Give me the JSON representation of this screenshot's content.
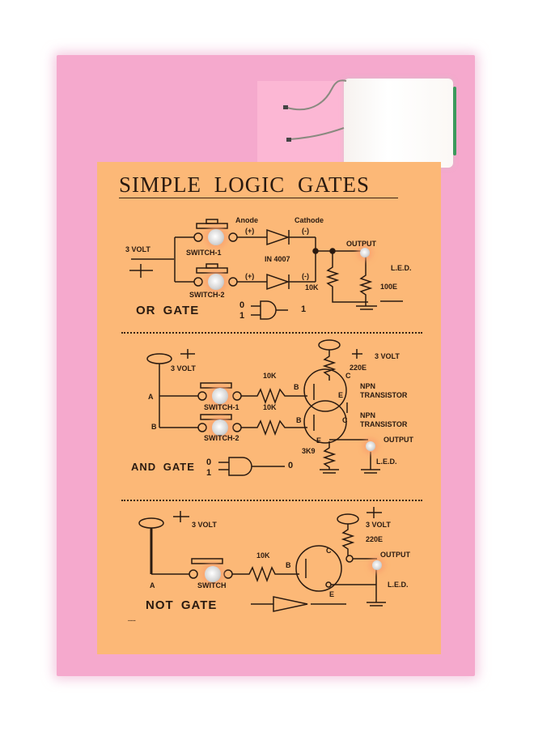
{
  "scene": {
    "description": "Photo of an educational logic-gate circuit board: orange printed sheet mounted on pink board with battery holder",
    "colors": {
      "board": "#f5a9cd",
      "sheet": "#fcb877",
      "ink": "#2a1a10",
      "wire_green": "#3c9a5c",
      "background": "#ffffff"
    }
  },
  "sheet": {
    "title": "SIMPLE  LOGIC  GATES",
    "or_section": {
      "supply": "3 VOLT",
      "anode": "Anode",
      "cathode": "Cathode",
      "plus1": "(+)",
      "minus1": "(-)",
      "plus2": "(+)",
      "minus2": "(-)",
      "switch1": "SWITCH-1",
      "switch2": "SWITCH-2",
      "diode": "IN 4007",
      "resistor": "10K",
      "output": "OUTPUT",
      "led": "L.E.D.",
      "led_resistor": "100E",
      "gate_label": "OR GATE",
      "in0": "0",
      "in1": "1",
      "out": "1"
    },
    "and_section": {
      "supply": "3 VOLT",
      "supply2": "3 VOLT",
      "input_a": "A",
      "input_b": "B",
      "switch1": "SWITCH-1",
      "switch2": "SWITCH-2",
      "r1": "10K",
      "r2": "10K",
      "base1": "B",
      "base2": "B",
      "collector1": "C",
      "emitter1": "E",
      "collector2": "C",
      "emitter2": "E",
      "transistor1": "NPN",
      "transistor1b": "TRANSISTOR",
      "transistor2": "NPN",
      "transistor2b": "TRANSISTOR",
      "collector_resistor": "220E",
      "emitter_resistor": "3K9",
      "output": "OUTPUT",
      "led": "L.E.D.",
      "gate_label": "AND GATE",
      "in0": "0",
      "in1": "1",
      "out": "0"
    },
    "not_section": {
      "supply": "3 VOLT",
      "supply2": "3 VOLT",
      "input_a": "A",
      "switch": "SWITCH",
      "r1": "10K",
      "base": "B",
      "collector": "C",
      "emitter": "E",
      "collector_resistor": "220E",
      "output": "OUTPUT",
      "led": "L.E.D.",
      "gate_label": "NOT  GATE",
      "footer_dots": "....."
    }
  }
}
